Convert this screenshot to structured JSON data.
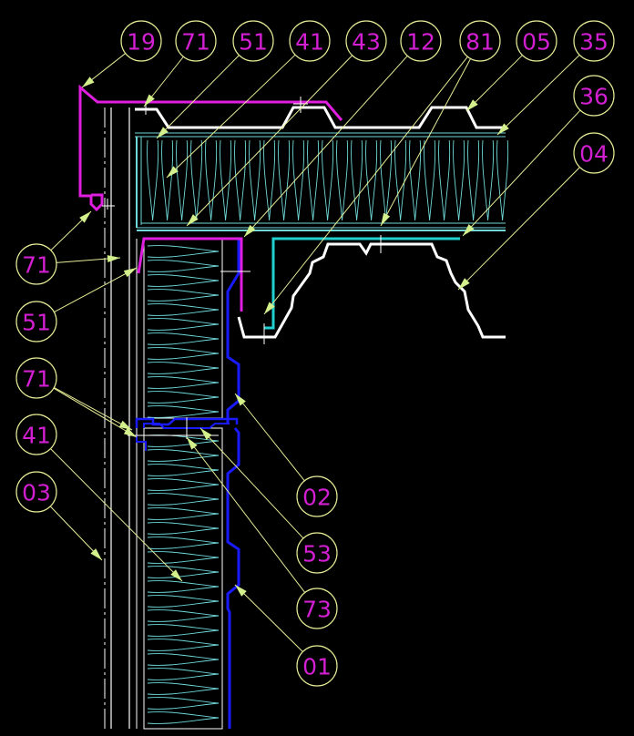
{
  "colors": {
    "background": "#000000",
    "callout_circle": "#e6ec96",
    "callout_text": "#d21fd2",
    "leader_arrow": "#d4f08c",
    "flashing": "#e01ee0",
    "sheet_white": "#ffffff",
    "liner_cyan": "#22d0d0",
    "insulation_cyan": "#6fd8d8",
    "wall_blue": "#1a1aff"
  },
  "callouts": [
    {
      "id": "c-19",
      "text": "19"
    },
    {
      "id": "c-71-top",
      "text": "71"
    },
    {
      "id": "c-51-top",
      "text": "51"
    },
    {
      "id": "c-41-top",
      "text": "41"
    },
    {
      "id": "c-43",
      "text": "43"
    },
    {
      "id": "c-12",
      "text": "12"
    },
    {
      "id": "c-81",
      "text": "81"
    },
    {
      "id": "c-05",
      "text": "05"
    },
    {
      "id": "c-35",
      "text": "35"
    },
    {
      "id": "c-36",
      "text": "36"
    },
    {
      "id": "c-04",
      "text": "04"
    },
    {
      "id": "c-71-left",
      "text": "71"
    },
    {
      "id": "c-51-left",
      "text": "51"
    },
    {
      "id": "c-71-mid",
      "text": "71"
    },
    {
      "id": "c-41-left",
      "text": "41"
    },
    {
      "id": "c-03",
      "text": "03"
    },
    {
      "id": "c-02",
      "text": "02"
    },
    {
      "id": "c-53",
      "text": "53"
    },
    {
      "id": "c-73",
      "text": "73"
    },
    {
      "id": "c-01",
      "text": "01"
    }
  ]
}
